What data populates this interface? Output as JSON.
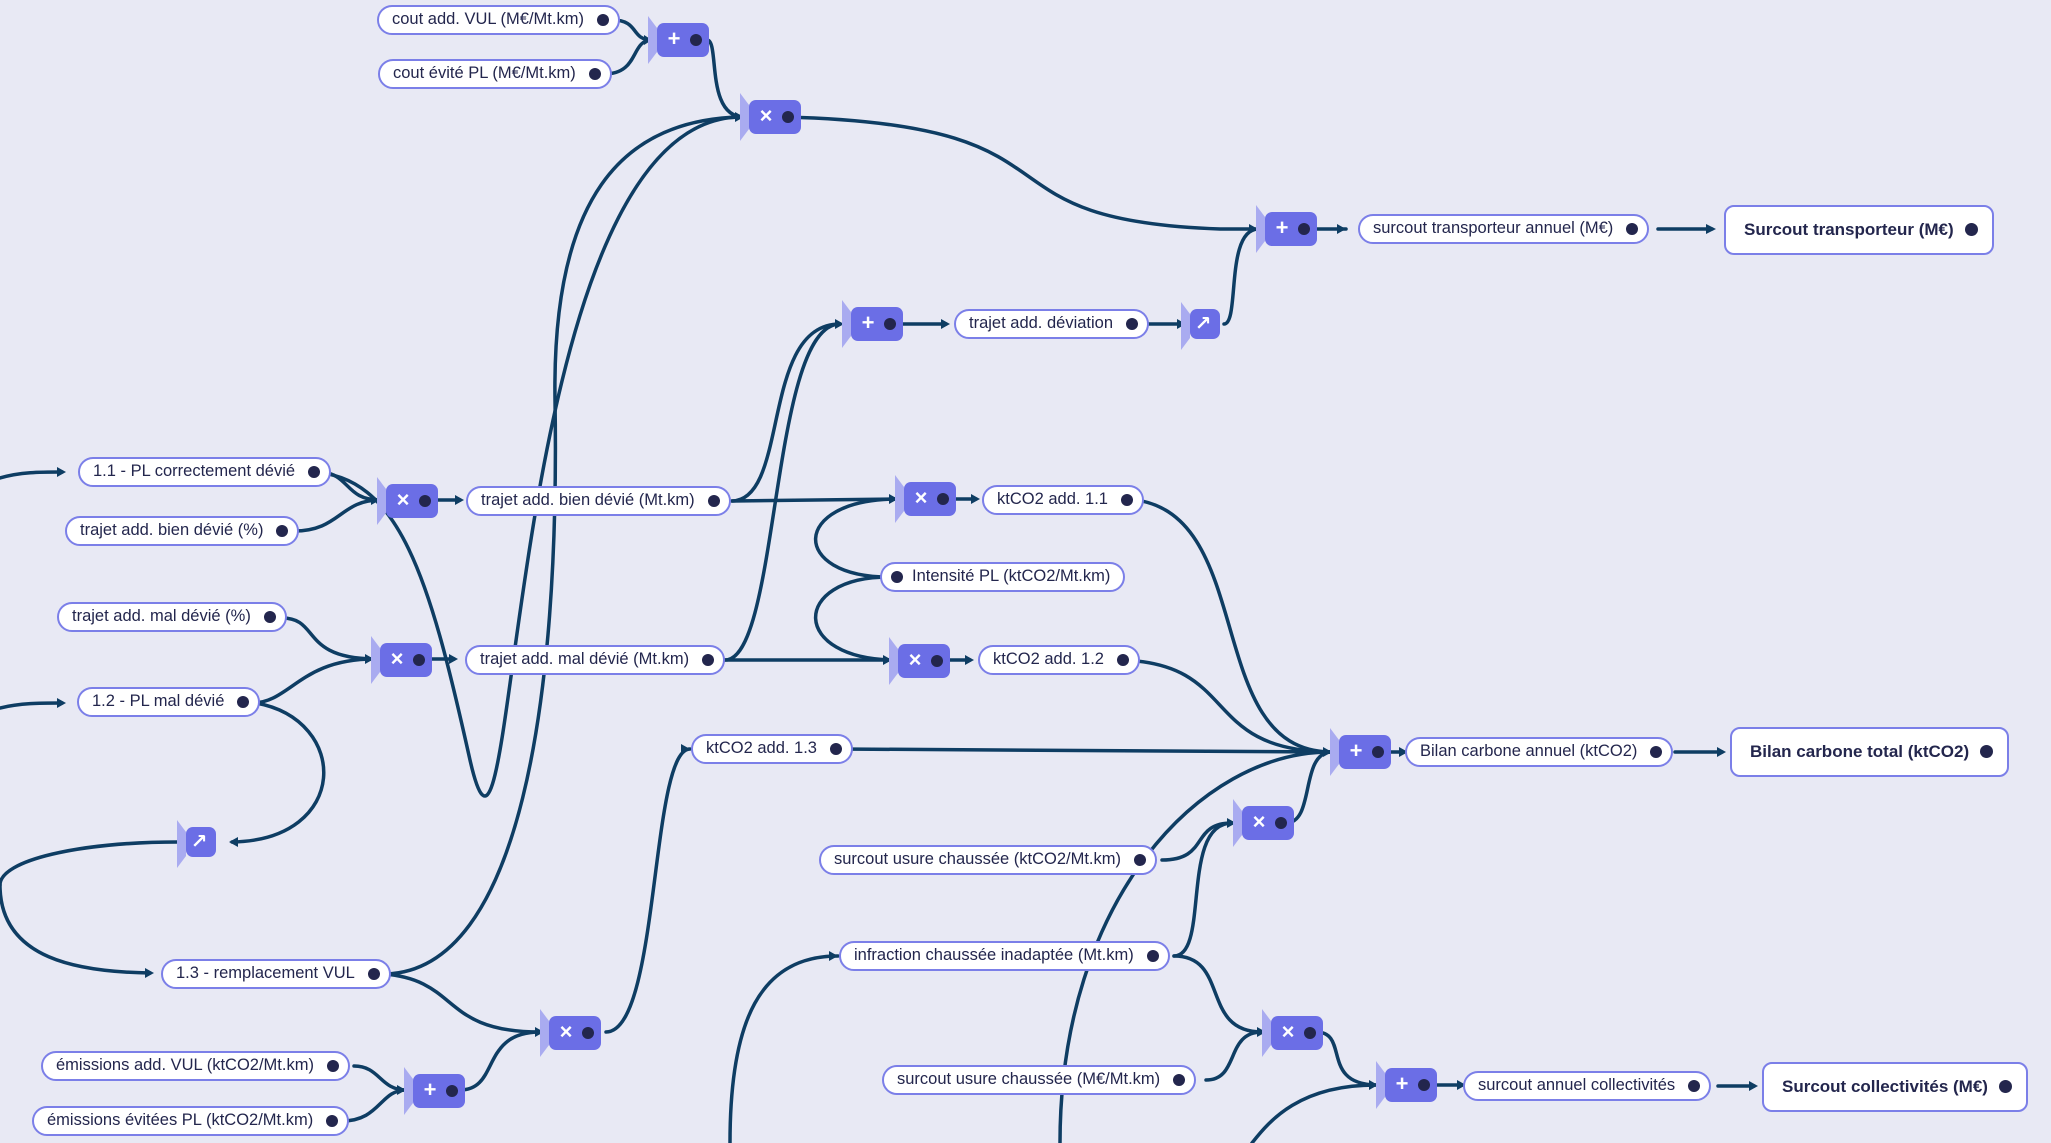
{
  "nodes": {
    "cout_add_vul": "cout add. VUL (M€/Mt.km)",
    "cout_evite_pl": "cout évité PL (M€/Mt.km)",
    "surcout_transporteur_annuel": "surcout transporteur annuel (M€)",
    "surcout_transporteur_total": "Surcout transporteur (M€)",
    "trajet_add_deviation": "trajet add. déviation",
    "pl_correctement_devie": "1.1 - PL correctement dévié",
    "trajet_add_bien_devie_pct": "trajet add. bien dévié (%)",
    "trajet_add_bien_devie_mtkm": "trajet add. bien dévié (Mt.km)",
    "ktco2_add_11": "ktCO2 add. 1.1",
    "intensite_pl": "Intensité PL (ktCO2/Mt.km)",
    "trajet_add_mal_devie_pct": "trajet add. mal dévié (%)",
    "trajet_add_mal_devie_mtkm": "trajet add. mal dévié (Mt.km)",
    "ktco2_add_12": "ktCO2 add. 1.2",
    "pl_mal_devie": "1.2 - PL mal dévié",
    "ktco2_add_13": "ktCO2 add. 1.3",
    "bilan_carbone_annuel": "Bilan carbone annuel (ktCO2)",
    "bilan_carbone_total": "Bilan carbone total (ktCO2)",
    "surcout_usure_ktco2": "surcout usure chaussée (ktCO2/Mt.km)",
    "infraction_chaussee": "infraction chaussée inadaptée (Mt.km)",
    "remplacement_vul": "1.3 - remplacement VUL",
    "emissions_add_vul": "émissions add. VUL (ktCO2/Mt.km)",
    "emissions_evitees_pl": "émissions évitées PL (ktCO2/Mt.km)",
    "surcout_usure_meur": "surcout usure chaussée (M€/Mt.km)",
    "surcout_annuel_collectivites": "surcout annuel collectivités",
    "surcout_collectivites_total": "Surcout collectivités (M€)"
  },
  "operators": {
    "add": "+",
    "multiply": "×",
    "accumulate": "↗"
  },
  "colors": {
    "background": "#e8e9f4",
    "wire": "#0e3d63",
    "operator": "#6b6ee6",
    "node_border": "#7b7fe8",
    "port": "#23264d"
  },
  "icons": {
    "add_op": "plus-operator-icon",
    "multiply_op": "multiply-operator-icon",
    "accumulate_op": "arrow-up-right-icon",
    "port": "output-port-dot-icon"
  }
}
